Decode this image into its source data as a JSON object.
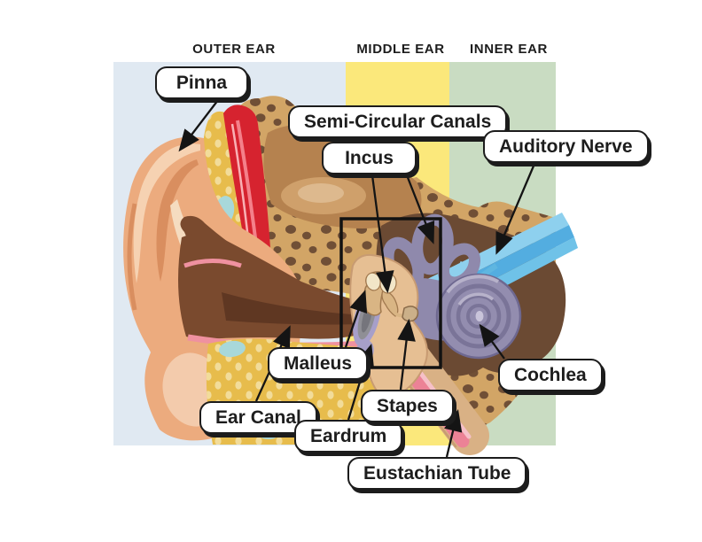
{
  "region_headers": [
    {
      "id": "outer-ear",
      "label": "OUTER EAR"
    },
    {
      "id": "middle-ear",
      "label": "MIDDLE EAR"
    },
    {
      "id": "inner-ear",
      "label": "INNER EAR"
    }
  ],
  "labels": {
    "pinna": "Pinna",
    "semi_circular_canals": "Semi-Circular Canals",
    "incus": "Incus",
    "auditory_nerve": "Auditory Nerve",
    "malleus": "Malleus",
    "ear_canal": "Ear Canal",
    "eardrum": "Eardrum",
    "stapes": "Stapes",
    "cochlea": "Cochlea",
    "eustachian_tube": "Eustachian Tube"
  },
  "colors": {
    "outer_ear_band": "#e0e9f2",
    "middle_ear_band": "#fbe87b",
    "inner_ear_band": "#c9dcc2",
    "bone_tan": "#d2a566",
    "bone_dots": "#6b4a33",
    "cavity_brown": "#6b4a33",
    "bone_patch": "#b5824f",
    "skin_peach": "#ecab7e",
    "muscle_red": "#d6232f",
    "fat_yellow": "#e7bc4c",
    "fat_dots": "#f2dc9a",
    "cartilage_cyan": "#a8d8da",
    "labyrinth_purple": "#8f89ac",
    "nerve_blue": "#6fc2e8",
    "eardrum_lavender": "#a79fc9",
    "lining_pink": "#ef91a0",
    "label_bg": "#ffffff",
    "label_border": "#1c1c1c"
  }
}
